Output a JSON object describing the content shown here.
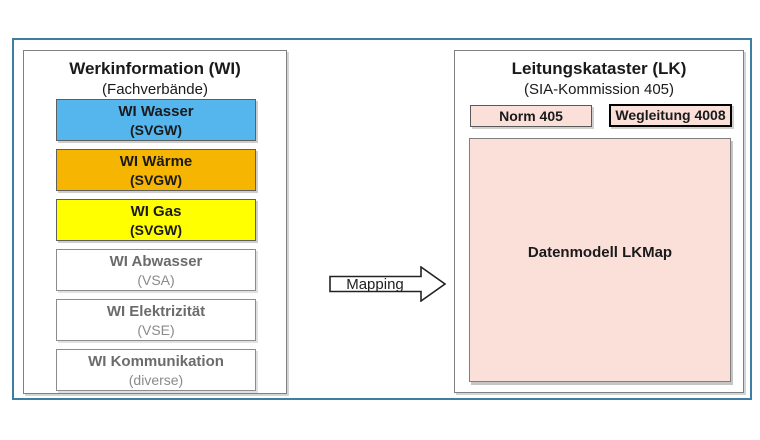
{
  "left_panel": {
    "title": "Werkinformation (WI)",
    "subtitle": "(Fachverbände)",
    "items": [
      {
        "name": "WI Wasser",
        "org": "(SVGW)",
        "bg": "#55b6ee",
        "text_color": "#1a1a1a"
      },
      {
        "name": "WI Wärme",
        "org": "(SVGW)",
        "bg": "#f5b500",
        "text_color": "#1a1a1a"
      },
      {
        "name": "WI Gas",
        "org": "(SVGW)",
        "bg": "#ffff00",
        "text_color": "#1a1a1a"
      },
      {
        "name": "WI Abwasser",
        "org": "(VSA)",
        "bg": "#ffffff",
        "text_color": "#6b6b6b"
      },
      {
        "name": "WI Elektrizität",
        "org": "(VSE)",
        "bg": "#ffffff",
        "text_color": "#6b6b6b"
      },
      {
        "name": "WI Kommunikation",
        "org": "(diverse)",
        "bg": "#ffffff",
        "text_color": "#6b6b6b"
      }
    ]
  },
  "arrow": {
    "label": "Mapping"
  },
  "right_panel": {
    "title": "Leitungskataster (LK)",
    "subtitle": "(SIA-Kommission 405)",
    "norm_label": "Norm 405",
    "wegleitung_label": "Wegleitung 4008",
    "datenmodell_label": "Datenmodell LKMap",
    "box_fill": "#fbe0da"
  },
  "colors": {
    "frame_border": "#3e7ea1",
    "panel_border": "#808080",
    "wasser_blue": "#55b6ee",
    "waerme_orange": "#f5b500",
    "gas_yellow": "#ffff00",
    "pink_fill": "#fbe0da",
    "muted_text": "#6b6b6b"
  }
}
